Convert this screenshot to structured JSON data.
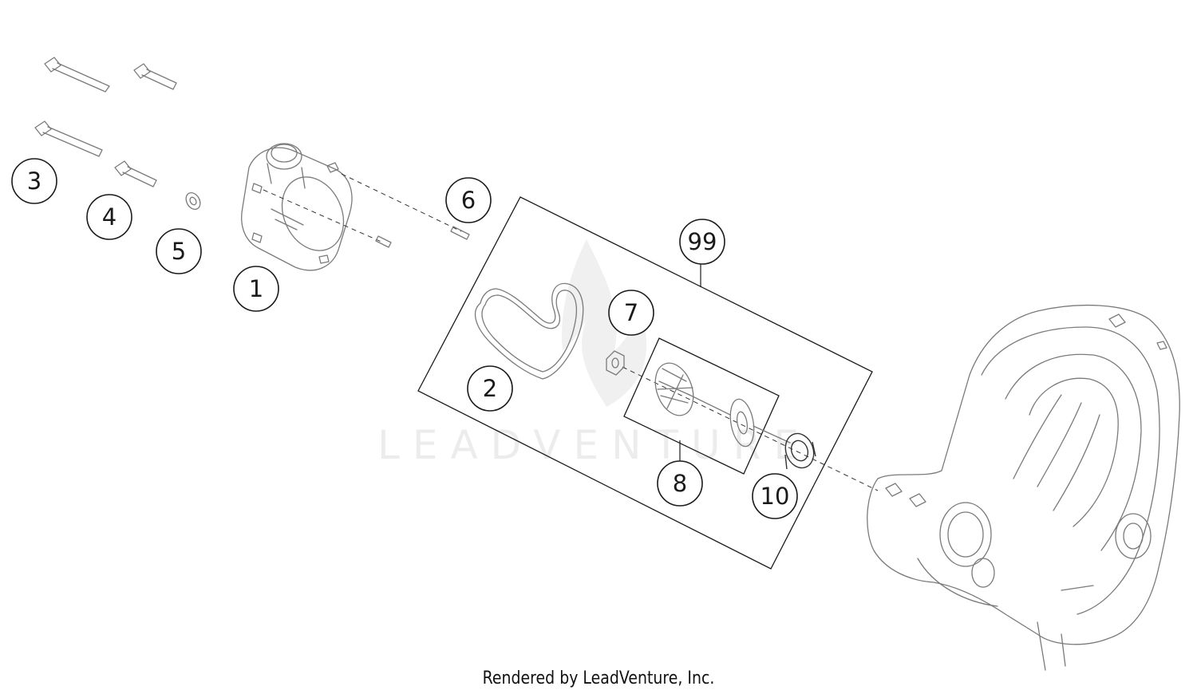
{
  "watermark": "LEADVENTURE",
  "callouts": [
    {
      "id": "c3",
      "label": "3"
    },
    {
      "id": "c4",
      "label": "4"
    },
    {
      "id": "c5",
      "label": "5"
    },
    {
      "id": "c1",
      "label": "1"
    },
    {
      "id": "c6",
      "label": "6"
    },
    {
      "id": "c99",
      "label": "99"
    },
    {
      "id": "c7",
      "label": "7"
    },
    {
      "id": "c2",
      "label": "2"
    },
    {
      "id": "c8",
      "label": "8"
    },
    {
      "id": "c10",
      "label": "10"
    }
  ],
  "footer": "Rendered by LeadVenture, Inc."
}
